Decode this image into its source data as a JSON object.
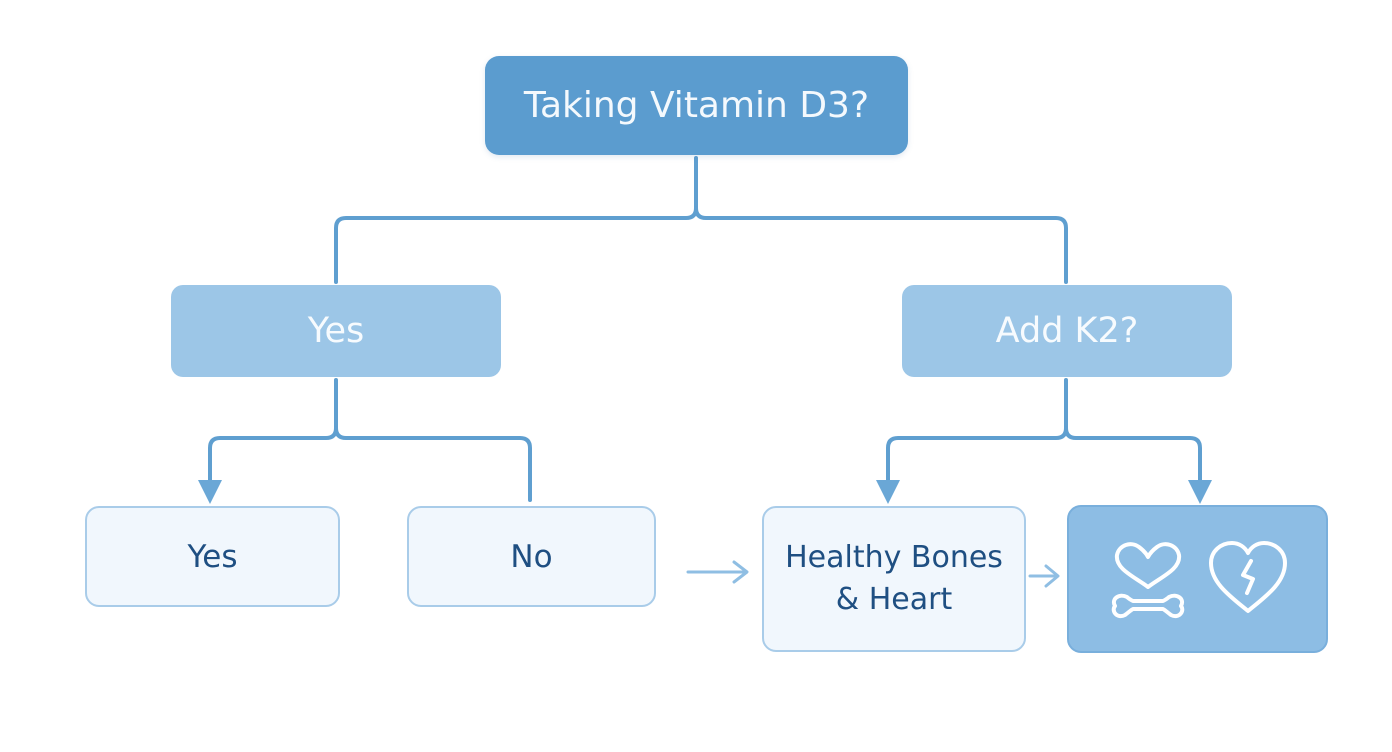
{
  "diagram": {
    "root": {
      "label": "Taking Vitamin D3?"
    },
    "branch_left": {
      "label": "Yes"
    },
    "branch_right": {
      "label": "Add K2?"
    },
    "leaves": {
      "yes": {
        "label": "Yes"
      },
      "no": {
        "label": "No"
      },
      "outcome": {
        "line1": "Healthy Bones",
        "line2": "& Heart"
      }
    },
    "icons": [
      "bone-heart-icon",
      "broken-heart-icon"
    ],
    "colors": {
      "root_fill": "#5b9ccf",
      "mid_fill": "#9cc6e7",
      "leaf_fill": "#f1f7fd",
      "leaf_border": "#a9cce9",
      "leaf_text": "#1f4f82",
      "connector": "#5f9fd0",
      "icon_box_fill": "#8dbde4"
    }
  }
}
